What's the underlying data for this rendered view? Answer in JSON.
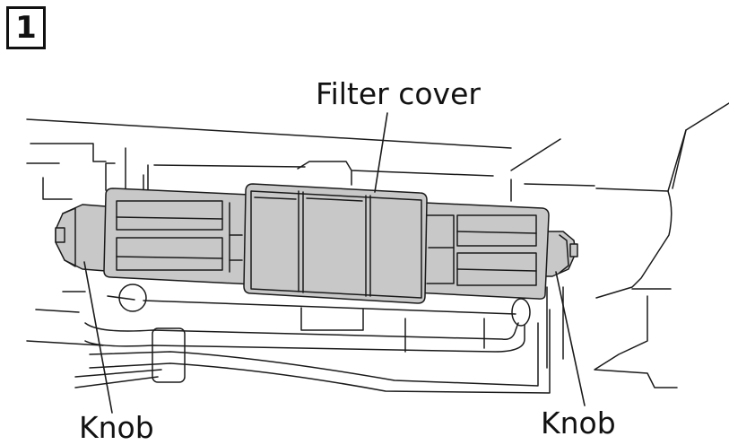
{
  "step": {
    "number": "1"
  },
  "labels": {
    "filter_cover": "Filter cover",
    "knob_left": "Knob",
    "knob_right": "Knob"
  },
  "colors": {
    "line": "#1a1a1a",
    "filter_fill": "#c8c8c8",
    "background": "#ffffff"
  }
}
